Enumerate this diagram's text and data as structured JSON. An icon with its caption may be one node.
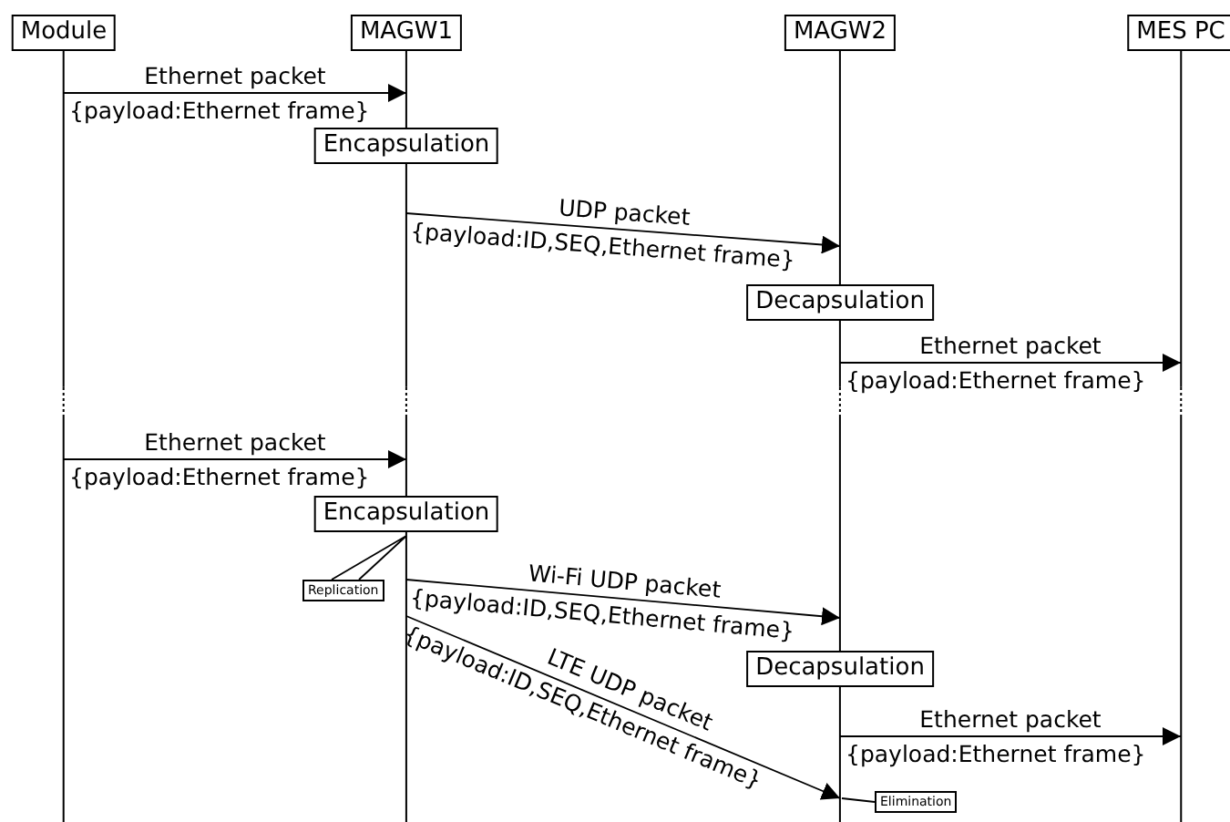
{
  "diagram": {
    "nodes": [
      {
        "text": [
          "Module"
        ]
      },
      {
        "text": [
          "MAGW1"
        ]
      },
      {
        "text": [
          "MAGW2"
        ]
      },
      {
        "text": [
          "MES PC"
        ]
      },
      {
        "text": [
          "Encapsulation"
        ]
      },
      {
        "text": [
          "Decapsulation"
        ]
      },
      {
        "text": [
          "Encapsulation"
        ]
      },
      {
        "text": [
          "Replication"
        ]
      },
      {
        "text": [
          "Decapsulation"
        ]
      },
      {
        "text": [
          "Elimination"
        ]
      }
    ],
    "edges": [
      {
        "from": 0,
        "to": 1,
        "arrow": "to",
        "label": "Ethernet packet {payload:Ethernet frame}"
      },
      {
        "from": 1,
        "to": 2,
        "arrow": "to",
        "label": "UDP packet {payload:ID,SEQ,Ethernet frame}"
      },
      {
        "from": 2,
        "to": 3,
        "arrow": "to",
        "label": "Ethernet packet {payload:Ethernet frame}"
      },
      {
        "from": 0,
        "to": 1,
        "arrow": "to",
        "label": "Ethernet packet {payload:Ethernet frame}"
      },
      {
        "from": 1,
        "to": 2,
        "arrow": "to",
        "label": "Wi-Fi UDP packet {payload:ID,SEQ,Ethernet frame}"
      },
      {
        "from": 1,
        "to": 2,
        "arrow": "to",
        "label": "LTE UDP packet {payload:ID,SEQ,Ethernet frame}"
      },
      {
        "from": 2,
        "to": 3,
        "arrow": "to",
        "label": "Ethernet packet {payload:Ethernet frame}"
      },
      {
        "from": 7,
        "to": 6,
        "arrow": "none"
      },
      {
        "from": 9,
        "to": 2,
        "arrow": "none"
      }
    ]
  }
}
